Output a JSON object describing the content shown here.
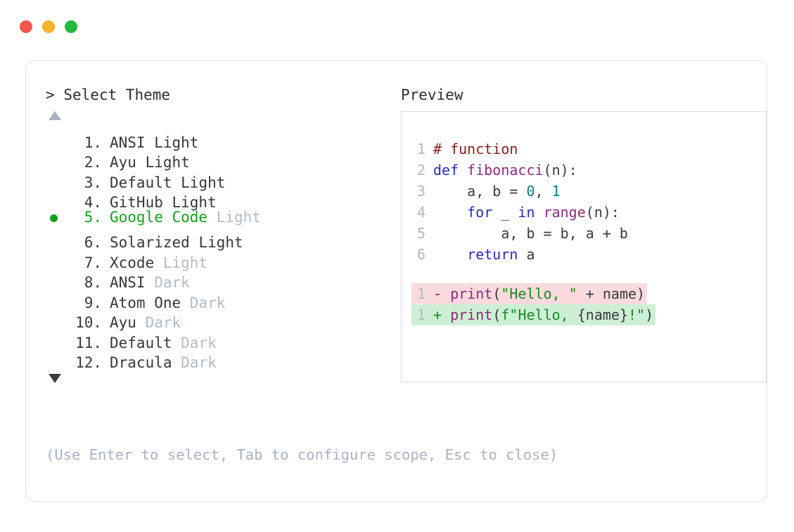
{
  "titlebar": {
    "dots": [
      {
        "name": "close",
        "color": "#f5564e"
      },
      {
        "name": "minimize",
        "color": "#f5b32b"
      },
      {
        "name": "maximize",
        "color": "#22b83c"
      }
    ]
  },
  "prompt": {
    "caret": ">",
    "label": "Select Theme"
  },
  "scroll": {
    "up": "▲",
    "down": "▼"
  },
  "preview": {
    "label": "Preview"
  },
  "themes": [
    {
      "num": " 1.",
      "name": "ANSI",
      "suffix": "Light",
      "muted": false,
      "selected": false
    },
    {
      "num": " 2.",
      "name": "Ayu",
      "suffix": "Light",
      "muted": false,
      "selected": false
    },
    {
      "num": " 3.",
      "name": "Default",
      "suffix": "Light",
      "muted": false,
      "selected": false
    },
    {
      "num": " 4.",
      "name": "GitHub",
      "suffix": "Light",
      "muted": false,
      "selected": false
    },
    {
      "num": " 5.",
      "name": "Google Code",
      "suffix": "Light",
      "muted": true,
      "selected": true
    },
    {
      "num": " 6.",
      "name": "Solarized",
      "suffix": "Light",
      "muted": false,
      "selected": false
    },
    {
      "num": " 7.",
      "name": "Xcode",
      "suffix": "Light",
      "muted": true,
      "selected": false
    },
    {
      "num": " 8.",
      "name": "ANSI",
      "suffix": "Dark",
      "muted": true,
      "selected": false
    },
    {
      "num": " 9.",
      "name": "Atom One",
      "suffix": "Dark",
      "muted": true,
      "selected": false
    },
    {
      "num": "10.",
      "name": "Ayu",
      "suffix": "Dark",
      "muted": true,
      "selected": false
    },
    {
      "num": "11.",
      "name": "Default",
      "suffix": "Dark",
      "muted": true,
      "selected": false
    },
    {
      "num": "12.",
      "name": "Dracula",
      "suffix": "Dark",
      "muted": true,
      "selected": false
    }
  ],
  "code": {
    "lines": [
      {
        "n": "1",
        "tokens": [
          {
            "t": "# function",
            "c": "tok-comment"
          }
        ]
      },
      {
        "n": "2",
        "tokens": [
          {
            "t": "def ",
            "c": "tok-kw"
          },
          {
            "t": "fibonacci",
            "c": "tok-fn"
          },
          {
            "t": "(n):",
            "c": "tok-plain"
          }
        ]
      },
      {
        "n": "3",
        "tokens": [
          {
            "t": "    a, b = ",
            "c": "tok-plain"
          },
          {
            "t": "0",
            "c": "tok-num"
          },
          {
            "t": ", ",
            "c": "tok-plain"
          },
          {
            "t": "1",
            "c": "tok-num"
          }
        ]
      },
      {
        "n": "4",
        "tokens": [
          {
            "t": "    ",
            "c": "tok-plain"
          },
          {
            "t": "for",
            "c": "tok-kw"
          },
          {
            "t": " _ ",
            "c": "tok-plain"
          },
          {
            "t": "in",
            "c": "tok-kw"
          },
          {
            "t": " ",
            "c": "tok-plain"
          },
          {
            "t": "range",
            "c": "tok-fn"
          },
          {
            "t": "(n):",
            "c": "tok-plain"
          }
        ]
      },
      {
        "n": "5",
        "tokens": [
          {
            "t": "        a, b = b, a + b",
            "c": "tok-plain"
          }
        ]
      },
      {
        "n": "6",
        "tokens": [
          {
            "t": "    ",
            "c": "tok-plain"
          },
          {
            "t": "return",
            "c": "tok-kw"
          },
          {
            "t": " a",
            "c": "tok-plain"
          }
        ]
      }
    ],
    "diff": [
      {
        "n": "1",
        "kind": "del",
        "sign": "-",
        "tokens": [
          {
            "t": "print",
            "c": "tok-fn"
          },
          {
            "t": "(",
            "c": "tok-plain"
          },
          {
            "t": "\"Hello, \"",
            "c": "tok-str"
          },
          {
            "t": " + name)",
            "c": "tok-plain"
          }
        ]
      },
      {
        "n": "1",
        "kind": "add",
        "sign": "+",
        "tokens": [
          {
            "t": "print",
            "c": "tok-fn"
          },
          {
            "t": "(",
            "c": "tok-plain"
          },
          {
            "t": "f\"Hello, ",
            "c": "tok-str"
          },
          {
            "t": "{name}",
            "c": "tok-plain"
          },
          {
            "t": "!\"",
            "c": "tok-str"
          },
          {
            "t": ")",
            "c": "tok-plain"
          }
        ]
      }
    ]
  },
  "footer": {
    "hint": "(Use Enter to select, Tab to configure scope, Esc to close)"
  }
}
